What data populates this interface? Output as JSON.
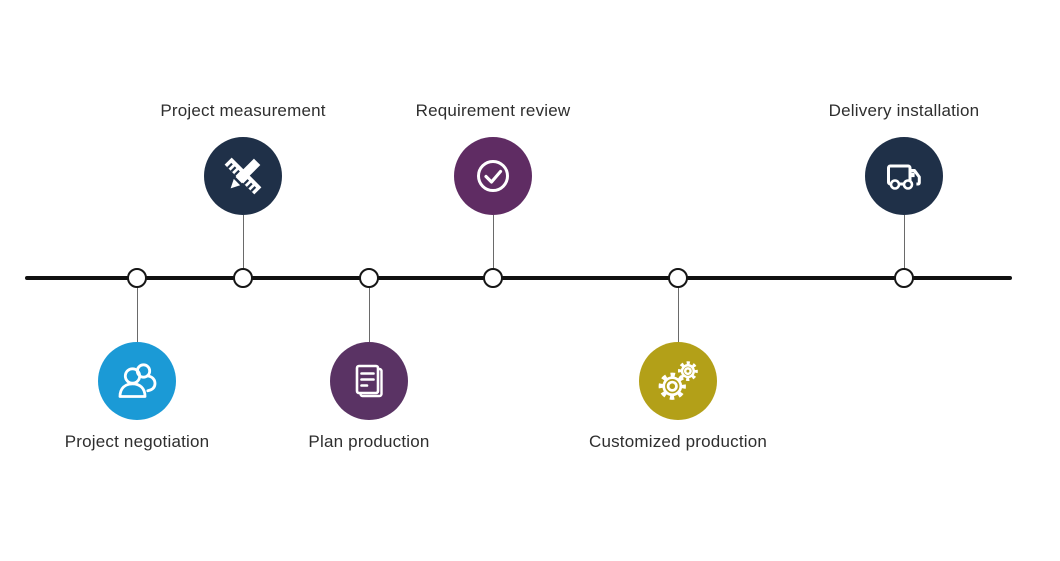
{
  "timeline": {
    "line_color": "#111111",
    "connector_color": "#6a6a6a",
    "node": {
      "fill": "#ffffff",
      "border": "#161616"
    },
    "steps": [
      {
        "label": "Project negotiation",
        "side": "below",
        "icon": "people-icon",
        "color": "#1b9ad6"
      },
      {
        "label": "Project measurement",
        "side": "above",
        "icon": "ruler-pencil-icon",
        "color": "#1f3048"
      },
      {
        "label": "Plan production",
        "side": "below",
        "icon": "documents-icon",
        "color": "#5a3364"
      },
      {
        "label": "Requirement review",
        "side": "above",
        "icon": "check-circle-icon",
        "color": "#5f2c63"
      },
      {
        "label": "Customized production",
        "side": "below",
        "icon": "gears-icon",
        "color": "#b3a018"
      },
      {
        "label": "Delivery installation",
        "side": "above",
        "icon": "truck-icon",
        "color": "#1f3048"
      }
    ]
  }
}
